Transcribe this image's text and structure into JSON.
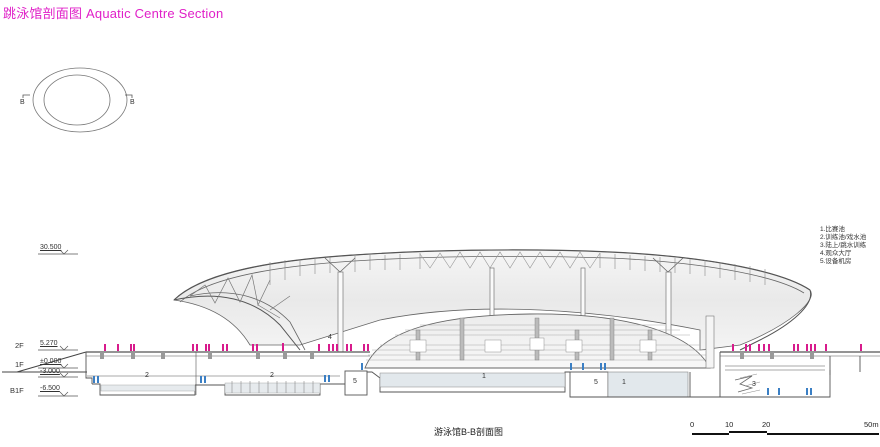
{
  "title": "跳泳馆剖面图 Aquatic Centre Section",
  "key_plan": {
    "section_marker_left": "B",
    "section_marker_right": "B"
  },
  "legend": {
    "items": [
      "1.比赛池",
      "2.训练池/戏水池",
      "3.陆上/跳水训练",
      "4.观众大厅",
      "5.设备机房"
    ]
  },
  "levels": {
    "roof": "30.500",
    "l2": "5.270",
    "l1": "±0.000",
    "lm3": "-3.000",
    "lm65": "-6.500"
  },
  "floors": {
    "f2": "2F",
    "f1": "1F",
    "b1": "B1F"
  },
  "space_labels": {
    "training_pool_a": "2",
    "training_pool_b": "2",
    "competition_pool": "1",
    "diving_pool": "1",
    "plant_room_a": "5",
    "plant_room_b": "5",
    "hall": "4",
    "dry_training": "3"
  },
  "caption": "游泳馆B-B剖面图",
  "scale_bar": {
    "ticks": [
      "0",
      "10",
      "20",
      "50m"
    ]
  },
  "colors": {
    "title": "#e020c8",
    "people_upper": "#d81b8c",
    "people_lower": "#3b7fc4",
    "water": "#dfe6ec",
    "line": "#555555"
  }
}
